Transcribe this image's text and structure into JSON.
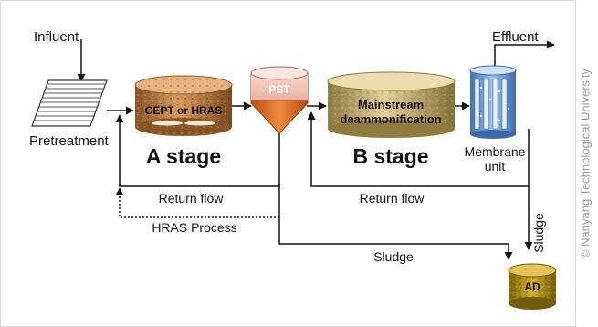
{
  "diagram": {
    "influent": "Influent",
    "effluent": "Effluent",
    "pretreatment": "Pretreatment",
    "a_reactor": "CEPT or HRAS",
    "a_stage": "A stage",
    "pst": "PST",
    "b_reactor_line1": "Mainstream",
    "b_reactor_line2": "deammonification",
    "b_stage": "B stage",
    "membrane_line1": "Membrane",
    "membrane_line2": "unit",
    "return_flow_a": "Return flow",
    "return_flow_b": "Return flow",
    "hras_process": "HRAS Process",
    "sludge_bottom": "Sludge",
    "sludge_side": "Sludge",
    "ad": "AD"
  },
  "colors": {
    "cept_tank": "#c58a4f",
    "b_tank": "#c9b57f",
    "pst_cone": "#e0742a",
    "membrane": "#7aa9dd",
    "ad_tank": "#b9960f"
  },
  "credit": "© Nanyang Technological University"
}
